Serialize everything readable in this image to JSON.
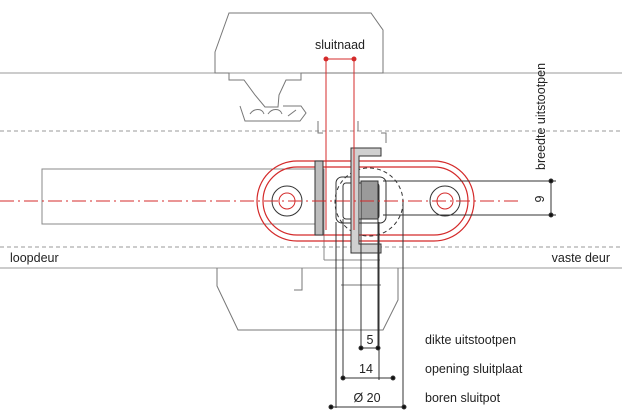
{
  "labels": {
    "sluitnaad": "sluitnaad",
    "breedte_uitstootpen": "breedte uitstootpen",
    "loopdeur": "loopdeur",
    "vaste_deur": "vaste deur",
    "dikte_uitstootpen": "dikte uitstootpen",
    "opening_sluitplaat": "opening sluitplaat",
    "boren_sluitpot": "boren sluitpot"
  },
  "dimensions": {
    "pen_width": "9",
    "pen_thickness": "5",
    "plate_opening": "14",
    "pot_diameter": "Ø 20"
  },
  "colors": {
    "accent": "#d42b2b",
    "line": "#333333",
    "dashed": "#999999",
    "pin_fill": "#9a9a9a",
    "plate_fill": "#d0d0d0"
  }
}
